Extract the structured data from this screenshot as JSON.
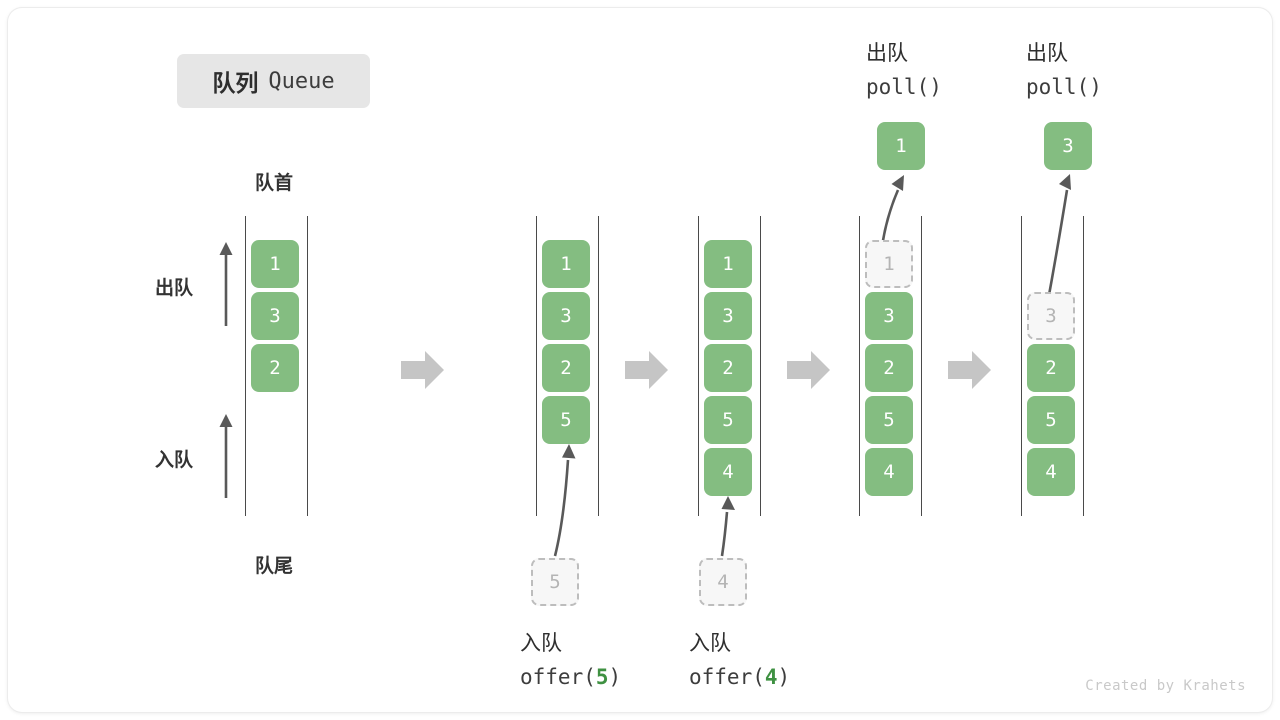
{
  "title": {
    "cn": "队列",
    "en": "Queue"
  },
  "labels": {
    "head": "队首",
    "tail": "队尾",
    "dequeue": "出队",
    "enqueue": "入队"
  },
  "credit": "Created by Krahets",
  "colors": {
    "element": "#84bd81",
    "ghost_fill": "#f7f7f7",
    "ghost_border": "#bdbdbd",
    "rail": "#4a4a4a",
    "arrow": "#595959",
    "transition_arrow": "#c5c5c5",
    "accent_value": "#3f9142",
    "chip_bg": "#e6e6e6"
  },
  "stages": [
    {
      "id": "initial",
      "items": [
        "1",
        "3",
        "2"
      ],
      "ghost_in_queue": null,
      "popped": null,
      "caption_cn": null,
      "caption_code_prefix": null,
      "caption_code_value": null,
      "caption_code_suffix": null,
      "pending_ghost": null,
      "top_label_cn": null,
      "top_label_code": null
    },
    {
      "id": "offer-5",
      "items": [
        "1",
        "3",
        "2",
        "5"
      ],
      "ghost_in_queue": null,
      "popped": null,
      "caption_cn": "入队",
      "caption_code_prefix": "offer(",
      "caption_code_value": "5",
      "caption_code_suffix": ")",
      "pending_ghost": "5",
      "top_label_cn": null,
      "top_label_code": null
    },
    {
      "id": "offer-4",
      "items": [
        "1",
        "3",
        "2",
        "5",
        "4"
      ],
      "ghost_in_queue": null,
      "popped": null,
      "caption_cn": "入队",
      "caption_code_prefix": "offer(",
      "caption_code_value": "4",
      "caption_code_suffix": ")",
      "pending_ghost": "4",
      "top_label_cn": null,
      "top_label_code": null
    },
    {
      "id": "poll-1",
      "items": [
        "3",
        "2",
        "5",
        "4"
      ],
      "ghost_in_queue": "1",
      "popped": "1",
      "caption_cn": null,
      "caption_code_prefix": null,
      "caption_code_value": null,
      "caption_code_suffix": null,
      "pending_ghost": null,
      "top_label_cn": "出队",
      "top_label_code": "poll()"
    },
    {
      "id": "poll-3",
      "items": [
        "2",
        "5",
        "4"
      ],
      "ghost_in_queue": "3",
      "popped": "3",
      "caption_cn": null,
      "caption_code_prefix": null,
      "caption_code_value": null,
      "caption_code_suffix": null,
      "pending_ghost": null,
      "top_label_cn": "出队",
      "top_label_code": "poll()"
    }
  ]
}
